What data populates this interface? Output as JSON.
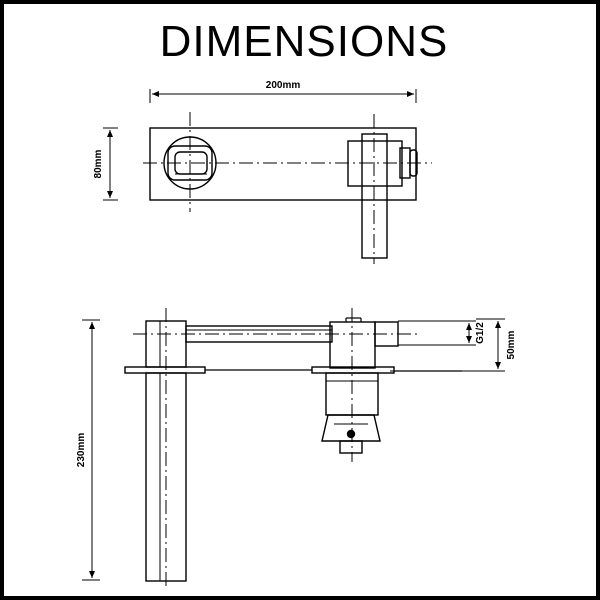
{
  "title": "DIMENSIONS",
  "dimensions": {
    "width": "200mm",
    "top_height": "80mm",
    "total_height": "230mm",
    "thread": "G1/2",
    "inlet_height": "50mm"
  },
  "colors": {
    "line": "#000000",
    "background": "#ffffff"
  }
}
